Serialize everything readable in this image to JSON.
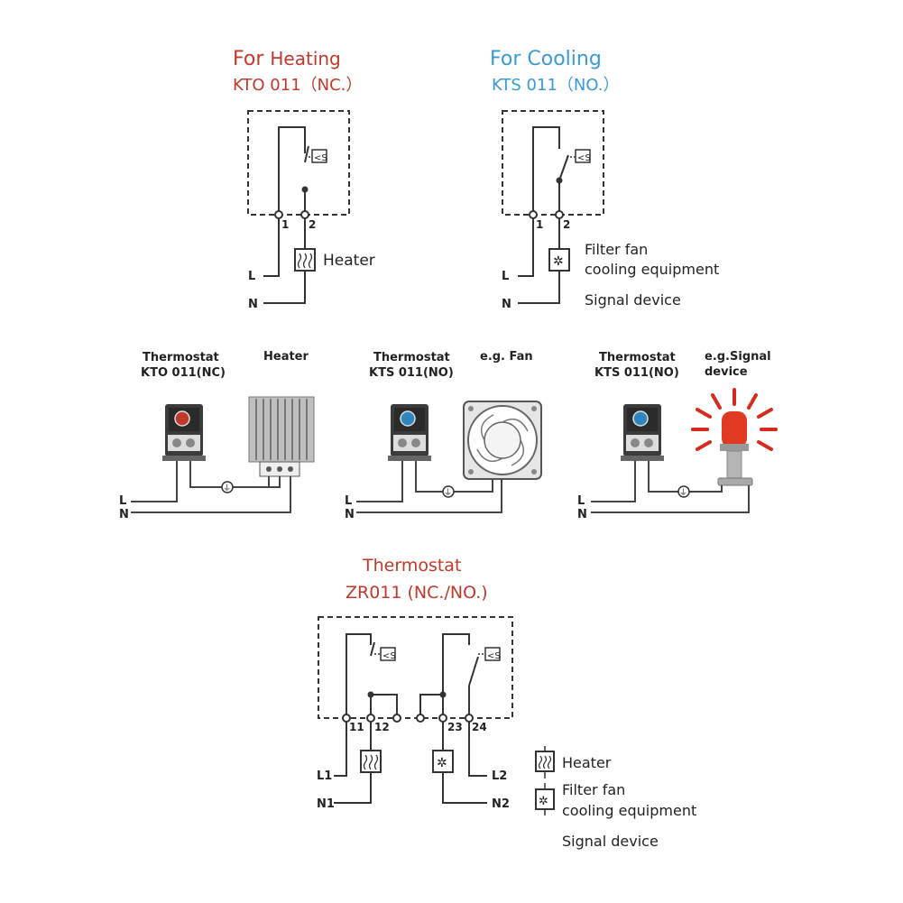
{
  "heating": {
    "title_prefix": "For",
    "title_word": "Heating",
    "model": "KTO 011（NC.）",
    "term1": "1",
    "term2": "2",
    "line_l": "L",
    "line_n": "N",
    "load": "Heater"
  },
  "cooling": {
    "title": "For Cooling",
    "model": "KTS 011（NO.）",
    "term1": "1",
    "term2": "2",
    "line_l": "L",
    "line_n": "N",
    "load1": "Filter fan",
    "load2": "cooling equipment",
    "load3": "Signal device"
  },
  "photos": [
    {
      "device_line1": "Thermostat",
      "device_line2": "KTO  011(NC)",
      "load_line1": "Heater",
      "load_line2": "",
      "line_l": "L",
      "line_n": "N",
      "knob_color": "#c0392b"
    },
    {
      "device_line1": "Thermostat",
      "device_line2": "KTS  011(NO)",
      "load_line1": "e.g. Fan",
      "load_line2": "",
      "line_l": "L",
      "line_n": "N",
      "knob_color": "#2e86c1"
    },
    {
      "device_line1": "Thermostat",
      "device_line2": "KTS  011(NO)",
      "load_line1": "e.g.Signal",
      "load_line2": "device",
      "line_l": "L",
      "line_n": "N",
      "knob_color": "#2e86c1"
    }
  ],
  "zr": {
    "title": "Thermostat",
    "model": "ZR011 (NC./NO.)",
    "t11": "11",
    "t12": "12",
    "t23": "23",
    "t24": "24",
    "l1": "L1",
    "n1": "N1",
    "l2": "L2",
    "n2": "N2"
  },
  "legend": {
    "heater": "Heater",
    "fan1": "Filter fan",
    "fan2": "cooling equipment",
    "signal": "Signal device"
  },
  "icons": [
    "thermostat-sensor-icon",
    "heater-icon",
    "fan-icon",
    "ground-icon",
    "signal-beacon-icon"
  ]
}
